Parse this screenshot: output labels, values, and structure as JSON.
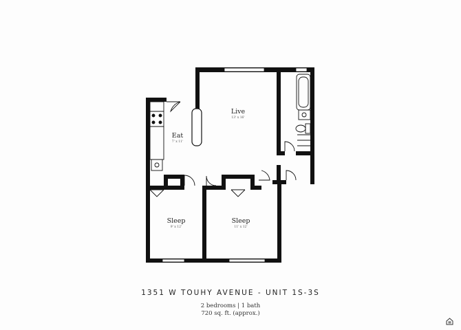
{
  "floorplan": {
    "rooms": [
      {
        "key": "live",
        "name": "Live",
        "dims": "13' x 16'"
      },
      {
        "key": "eat",
        "name": "Eat",
        "dims": "7' x 11'"
      },
      {
        "key": "sleep1",
        "name": "Sleep",
        "dims": "9' x 12'"
      },
      {
        "key": "sleep2",
        "name": "Sleep",
        "dims": "11' x 12'"
      }
    ],
    "wall_color": "#111111",
    "background": "#fdfdfd"
  },
  "footer": {
    "address": "1351 W TOUHY AVENUE - UNIT 1S-3S",
    "beds_baths": "2 bedrooms | 1 bath",
    "area": "720 sq. ft. (approx.)"
  },
  "icons": {
    "equal_housing": "equal-housing-opportunity-icon"
  }
}
